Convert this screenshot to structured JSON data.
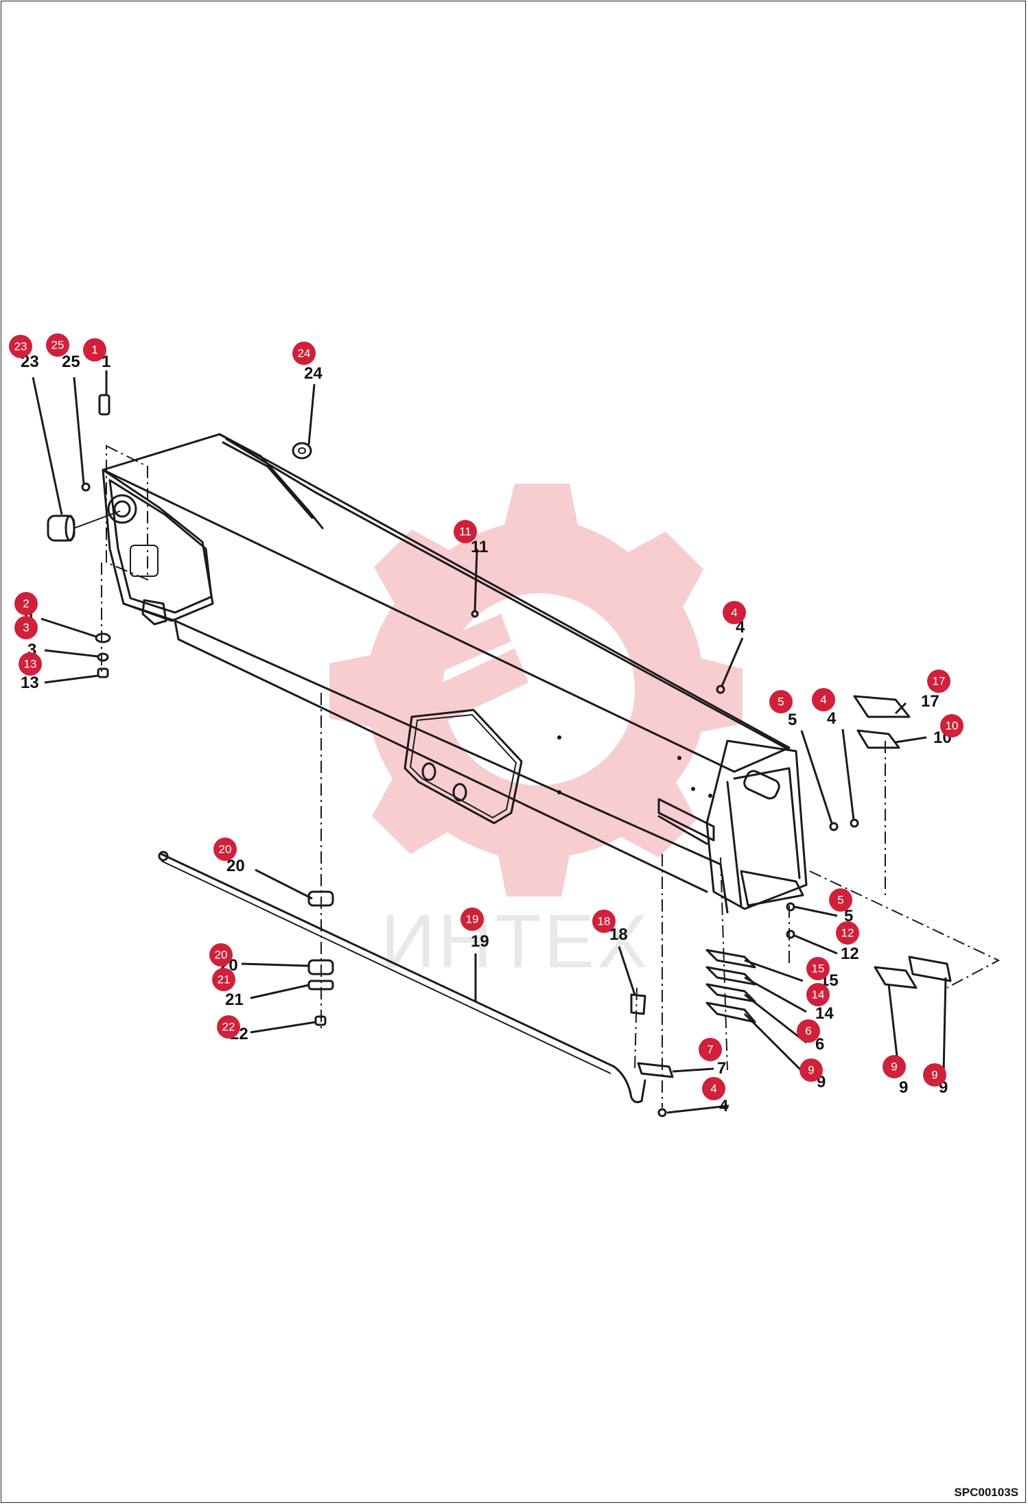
{
  "drawing_code": "SPC00103S",
  "watermark_text": "ИНТЕХ",
  "callouts": [
    {
      "id": "c23",
      "n": "23"
    },
    {
      "id": "c25",
      "n": "25"
    },
    {
      "id": "c1",
      "n": "1"
    },
    {
      "id": "c24",
      "n": "24"
    },
    {
      "id": "c11",
      "n": "11"
    },
    {
      "id": "c2",
      "n": "2"
    },
    {
      "id": "c3",
      "n": "3"
    },
    {
      "id": "c13",
      "n": "13"
    },
    {
      "id": "c4a",
      "n": "4"
    },
    {
      "id": "c5a",
      "n": "5"
    },
    {
      "id": "c4b",
      "n": "4"
    },
    {
      "id": "c17",
      "n": "17"
    },
    {
      "id": "c10",
      "n": "10"
    },
    {
      "id": "c5b",
      "n": "5"
    },
    {
      "id": "c12",
      "n": "12"
    },
    {
      "id": "c15",
      "n": "15"
    },
    {
      "id": "c14",
      "n": "14"
    },
    {
      "id": "c6",
      "n": "6"
    },
    {
      "id": "c9a",
      "n": "9"
    },
    {
      "id": "c9b",
      "n": "9"
    },
    {
      "id": "c9c",
      "n": "9"
    },
    {
      "id": "c20a",
      "n": "20"
    },
    {
      "id": "c20b",
      "n": "20"
    },
    {
      "id": "c21",
      "n": "21"
    },
    {
      "id": "c22",
      "n": "22"
    },
    {
      "id": "c19",
      "n": "19"
    },
    {
      "id": "c18",
      "n": "18"
    },
    {
      "id": "c7",
      "n": "7"
    },
    {
      "id": "c4c",
      "n": "4"
    }
  ],
  "colors": {
    "badge": "#d0203a",
    "line": "#1a1a1a",
    "watermark": "#f7cdd0"
  }
}
